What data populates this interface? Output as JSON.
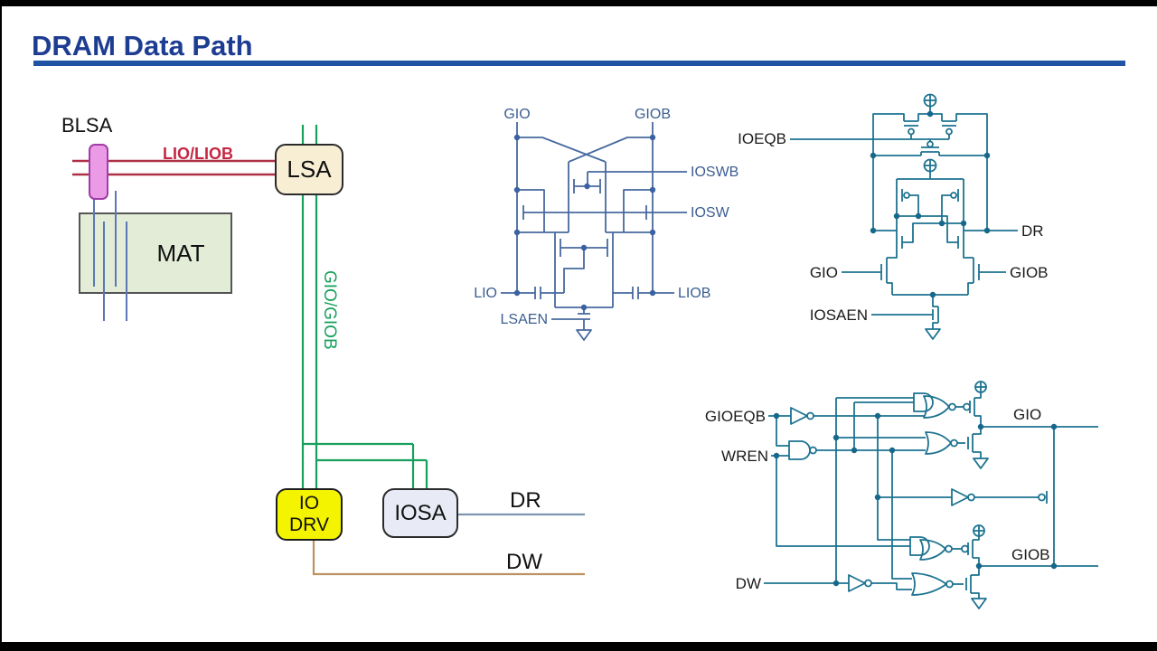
{
  "slide": {
    "title": "DRAM Data Path"
  },
  "colors": {
    "title_text": "#1d3d92",
    "title_rule": "#2153a3",
    "lio_bus_red": "#ad3046",
    "gio_bus_green": "#16a05c",
    "dr_line": "#7e97ae",
    "dw_line": "#bd9160",
    "bitline_blue": "#5b78b4",
    "blsa_fill": "#eb9be6",
    "mat_fill": "#e3ecd6",
    "lsa_fill": "#f8eed3",
    "iodrv_fill": "#f4f400",
    "iosa_fill": "#e8ebf5",
    "schematic_blue": "#47699f",
    "schematic_teal": "#1d7390"
  },
  "block_diagram": {
    "blsa": "BLSA",
    "mat": "MAT",
    "lsa": "LSA",
    "iodrv_line1": "IO",
    "iodrv_line2": "DRV",
    "iosa": "IOSA",
    "lio_bus": "LIO/LIOB",
    "gio_bus": "GIO/GIOB",
    "dr": "DR",
    "dw": "DW"
  },
  "lsa_circuit": {
    "gio": "GIO",
    "giob": "GIOB",
    "ioswb": "IOSWB",
    "iosw": "IOSW",
    "lio": "LIO",
    "liob": "LIOB",
    "lsaen": "LSAEN"
  },
  "iosa_circuit": {
    "ioeqb": "IOEQB",
    "dr": "DR",
    "gio": "GIO",
    "giob": "GIOB",
    "iosaen": "IOSAEN"
  },
  "iodrv_circuit": {
    "gioeqb": "GIOEQB",
    "wren": "WREN",
    "dw": "DW",
    "gio": "GIO",
    "giob": "GIOB"
  }
}
